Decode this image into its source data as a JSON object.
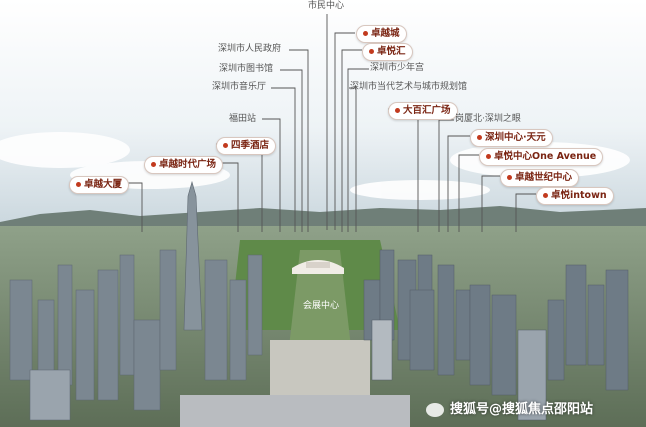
{
  "leaders": {
    "color": "#555555"
  },
  "labels": {
    "shimin_center": "市民中心",
    "zhuoyue_city": "卓越城",
    "sz_gov": "深圳市人民政府",
    "zhuoyue_hui": "卓悦汇",
    "sz_library": "深圳市图书馆",
    "sz_youth_palace": "深圳市少年宫",
    "sz_concert_hall": "深圳市音乐厅",
    "sz_art_museum": "深圳市当代艺术与城市规划馆",
    "fugang_station": "福田站",
    "dabaihui": "大百汇广场",
    "gangxiabei": "岗厦北·深圳之眼",
    "four_seasons": "四季酒店",
    "sz_center_tianyuan": "深圳中心·天元",
    "zhuoyue_times": "卓越时代广场",
    "zhuoyue_one_avenue": "卓悦中心One Avenue",
    "zhuoyue_century": "卓越世纪中心",
    "zhuoyue_building": "卓越大厦",
    "zhuoyue_intown": "卓悦intown",
    "plaza": "会展中心"
  },
  "watermark": "搜狐号@搜狐焦点邵阳站"
}
